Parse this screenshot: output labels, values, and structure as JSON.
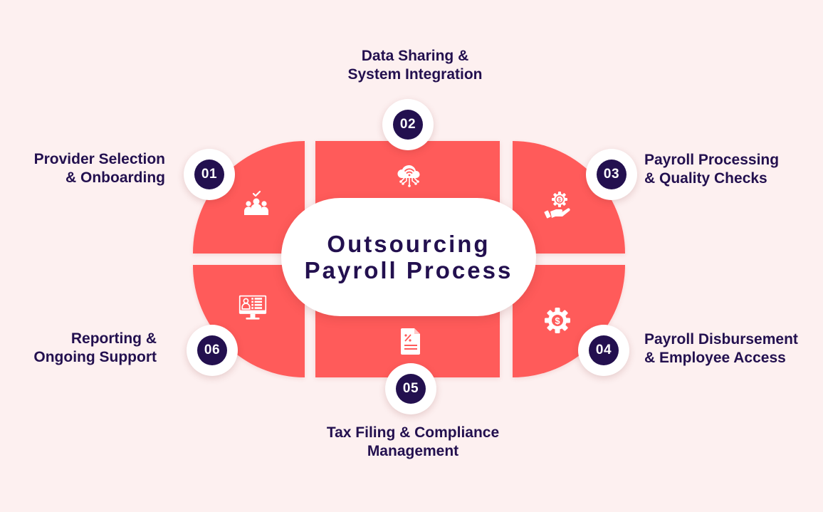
{
  "title": {
    "line1": "Outsourcing",
    "line2": "Payroll Process"
  },
  "colors": {
    "background": "#fdf0f0",
    "segment": "#ff5b5a",
    "accent_dark": "#23104f",
    "badge_ring": "#ffffff"
  },
  "steps": [
    {
      "number": "01",
      "line1": "Provider Selection",
      "line2": "& Onboarding",
      "icon": "team-check-icon"
    },
    {
      "number": "02",
      "line1": "Data Sharing &",
      "line2": "System Integration",
      "icon": "cloud-network-icon"
    },
    {
      "number": "03",
      "line1": "Payroll Processing",
      "line2": "& Quality Checks",
      "icon": "hand-gear-dollar-icon"
    },
    {
      "number": "04",
      "line1": "Payroll Disbursement",
      "line2": "& Employee Access",
      "icon": "gear-dollar-icon"
    },
    {
      "number": "05",
      "line1": "Tax Filing & Compliance",
      "line2": "Management",
      "icon": "tax-document-icon"
    },
    {
      "number": "06",
      "line1": "Reporting &",
      "line2": "Ongoing Support",
      "icon": "monitor-profile-icon"
    }
  ]
}
